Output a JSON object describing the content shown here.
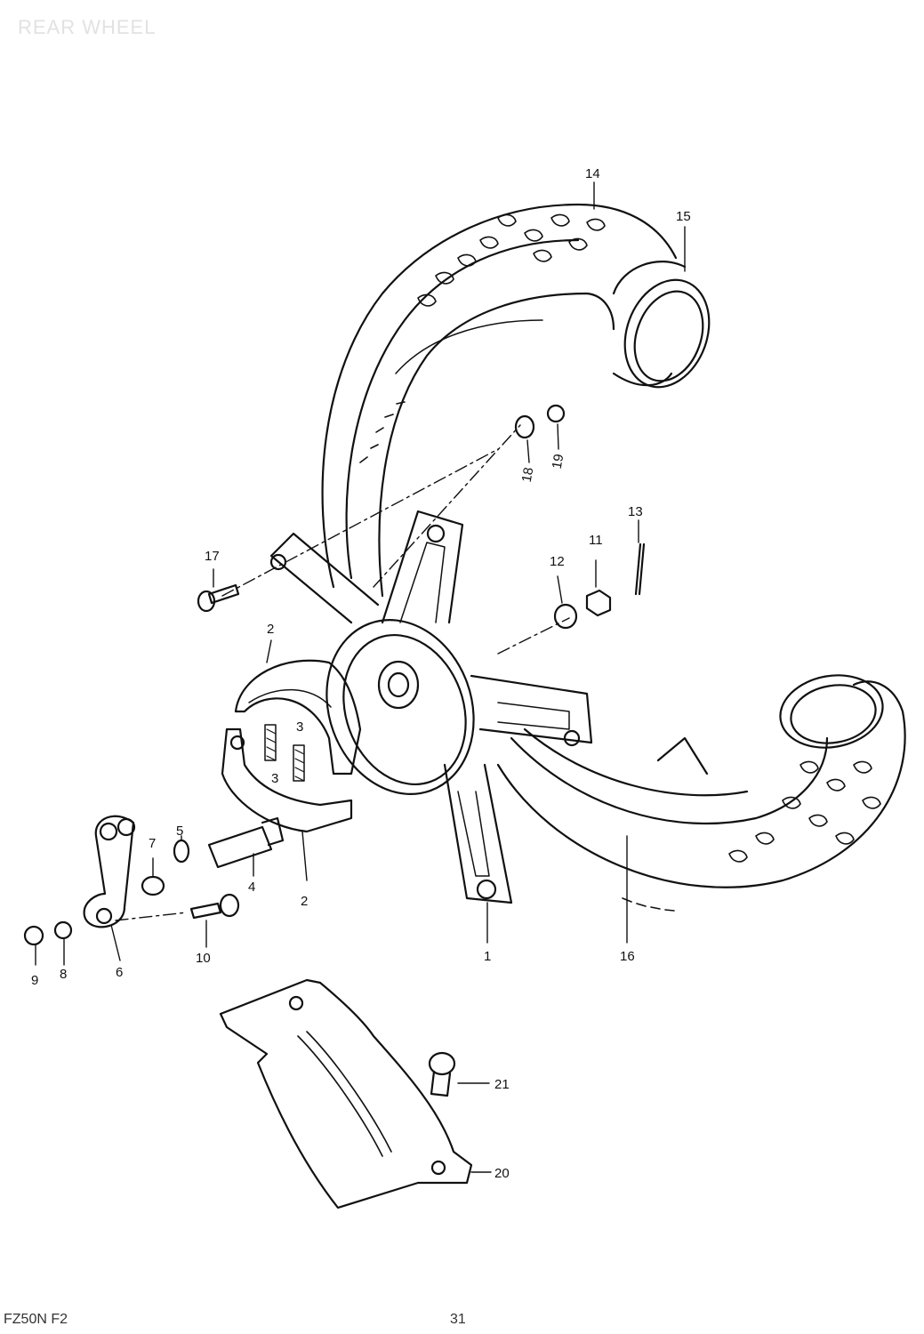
{
  "title": "REAR WHEEL",
  "footer": {
    "model_code": "FZ50N  F2",
    "page": "31"
  },
  "callouts": [
    {
      "id": "p1",
      "text": "1"
    },
    {
      "id": "p2a",
      "text": "2"
    },
    {
      "id": "p2b",
      "text": "2"
    },
    {
      "id": "p3a",
      "text": "3"
    },
    {
      "id": "p3b",
      "text": "3"
    },
    {
      "id": "p4",
      "text": "4"
    },
    {
      "id": "p5",
      "text": "5"
    },
    {
      "id": "p6",
      "text": "6"
    },
    {
      "id": "p7",
      "text": "7"
    },
    {
      "id": "p8",
      "text": "8"
    },
    {
      "id": "p9",
      "text": "9"
    },
    {
      "id": "p10",
      "text": "10"
    },
    {
      "id": "p11",
      "text": "11"
    },
    {
      "id": "p12",
      "text": "12"
    },
    {
      "id": "p13",
      "text": "13"
    },
    {
      "id": "p14",
      "text": "14"
    },
    {
      "id": "p15",
      "text": "15"
    },
    {
      "id": "p16",
      "text": "16"
    },
    {
      "id": "p17",
      "text": "17"
    },
    {
      "id": "p18",
      "text": "18"
    },
    {
      "id": "p19",
      "text": "19"
    },
    {
      "id": "p20",
      "text": "20"
    },
    {
      "id": "p21",
      "text": "21"
    }
  ]
}
